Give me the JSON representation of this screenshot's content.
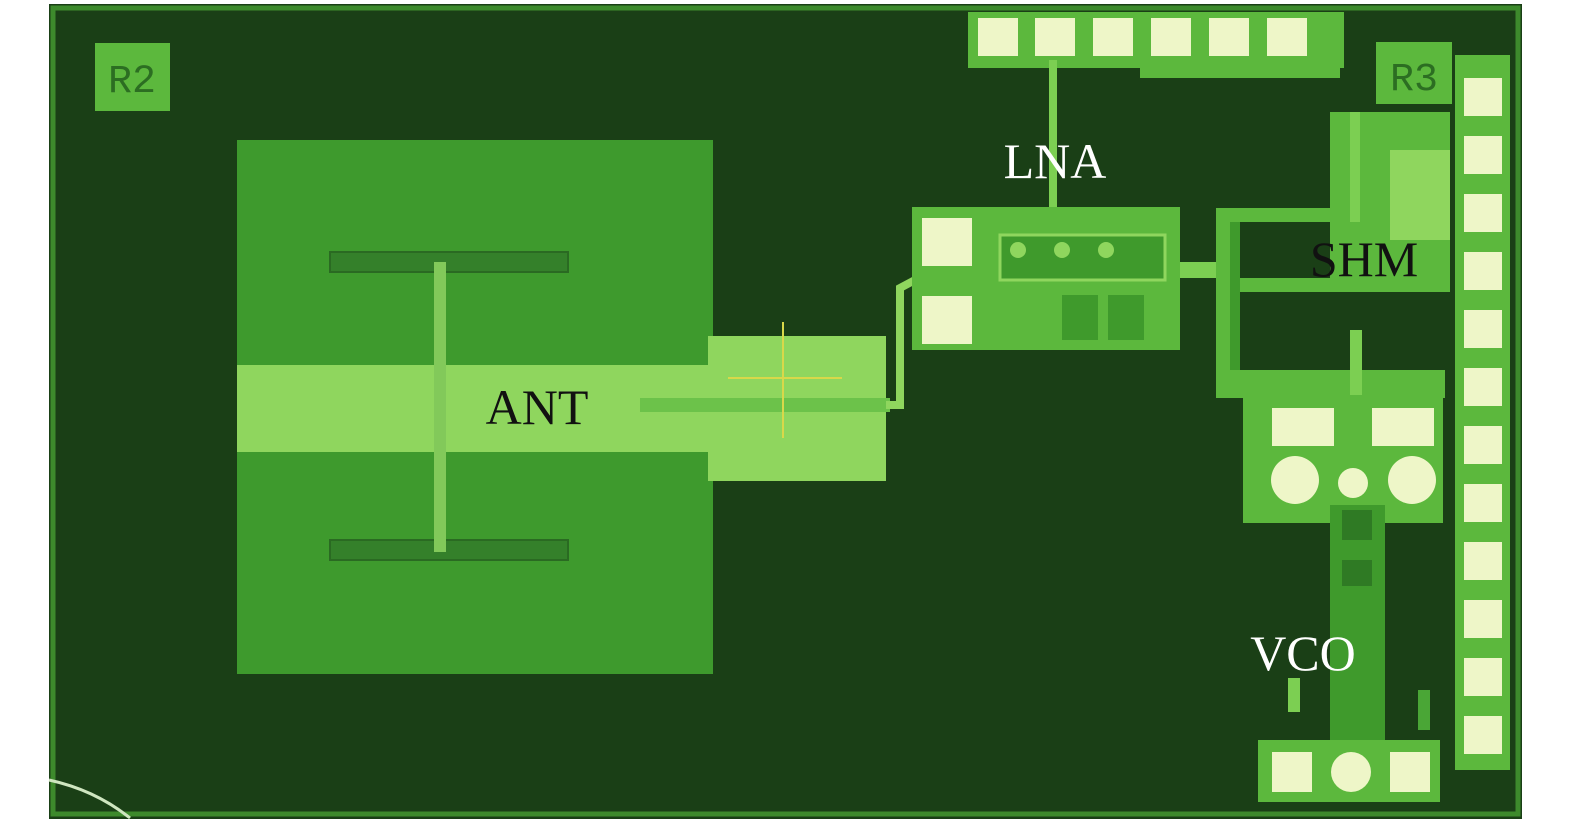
{
  "markings": {
    "r2": "R2",
    "r3": "R3"
  },
  "labels": {
    "lna": "LNA",
    "shm": "SHM",
    "ant": "ANT",
    "vco": "VCO"
  },
  "colors": {
    "substrate": "#1a3f16",
    "metal_dark": "#3f9a2c",
    "metal_mid": "#55b83a",
    "metal_light": "#8fd65e",
    "pad": "#eef6c8",
    "label_light": "#ffffff",
    "label_dark": "#111111"
  }
}
